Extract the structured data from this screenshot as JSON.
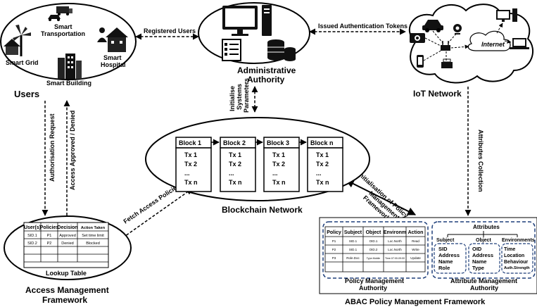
{
  "users": {
    "smart_grid": "Smart Grid",
    "smart_transportation": [
      "Smart",
      "Transportation"
    ],
    "smart_hospital": [
      "Smart",
      "Hospital"
    ],
    "smart_building": "Smart Building",
    "label": "Users"
  },
  "admin": {
    "label": [
      "Administrative",
      "Authority"
    ]
  },
  "iot": {
    "internet": "Internet",
    "label": "IoT Network"
  },
  "arrows": {
    "registered_users": "Registered Users",
    "issued_tokens": "Issued Authentication Tokens",
    "init_params": [
      "Initialise",
      "Systems",
      "Parameters"
    ],
    "auth_request": "Authorisation Request",
    "access_approved": "Access Approved / Denied",
    "attributes_collection": "Attributes Collection",
    "fetch_policies": "Fetch Access Policies",
    "init_policy": [
      "Initialisation of Policy",
      "Management",
      "Framework"
    ]
  },
  "blockchain": {
    "label": "Blockchain Network",
    "blocks": [
      {
        "title": "Block 1",
        "txs": [
          "Tx 1",
          "Tx 2",
          "...",
          "Tx n"
        ]
      },
      {
        "title": "Block 2",
        "txs": [
          "Tx 1",
          "Tx 2",
          "...",
          "Tx n"
        ]
      },
      {
        "title": "Block 3",
        "txs": [
          "Tx 1",
          "Tx 2",
          "...",
          "Tx n"
        ]
      },
      {
        "title": "Block n",
        "txs": [
          "Tx 1",
          "Tx 2",
          "...",
          "Tx n"
        ]
      }
    ]
  },
  "lookup": {
    "headers": [
      "User(s)",
      "Policies",
      "Decision",
      "Action Taken"
    ],
    "rows": [
      [
        "SID.1",
        "P1",
        "Approved",
        "Set time limit"
      ],
      [
        "SID.2",
        "P2",
        "Denied",
        "Blocked"
      ],
      [
        "",
        "",
        "",
        ""
      ],
      [
        "",
        "",
        "",
        ""
      ]
    ],
    "caption": "Lookup Table"
  },
  "access_framework": {
    "label": [
      "Access Management",
      "Framework"
    ]
  },
  "policy_mgmt": {
    "headers": [
      "Policy",
      "Subject",
      "Object",
      "Environm",
      "Action"
    ],
    "rows": [
      [
        "P1",
        "SID.1",
        "OID.1",
        "Loc.North",
        "Read"
      ],
      [
        "P2",
        "SID.1",
        "OID.2",
        "Loc.North",
        "Write"
      ],
      [
        "P3",
        "Role.Doc",
        "Type.Mobile",
        "Time.07:00-09:00",
        "Update"
      ]
    ],
    "label": [
      "Policy Management",
      "Authority"
    ]
  },
  "attr_mgmt": {
    "title": "Attributes",
    "subject": {
      "header": "Subject",
      "items": [
        "SID",
        "Address",
        "Name",
        "Role"
      ]
    },
    "object": {
      "header": "Object",
      "items": [
        "OID",
        "Address",
        "Name",
        "Type"
      ]
    },
    "env": {
      "header": "Environments",
      "items": [
        "Time",
        "Location",
        "Behaviour",
        "Auth.Strength"
      ]
    },
    "label": [
      "Attribute Management",
      "Authority"
    ]
  },
  "abac": {
    "label": "ABAC Policy Management Framework"
  }
}
